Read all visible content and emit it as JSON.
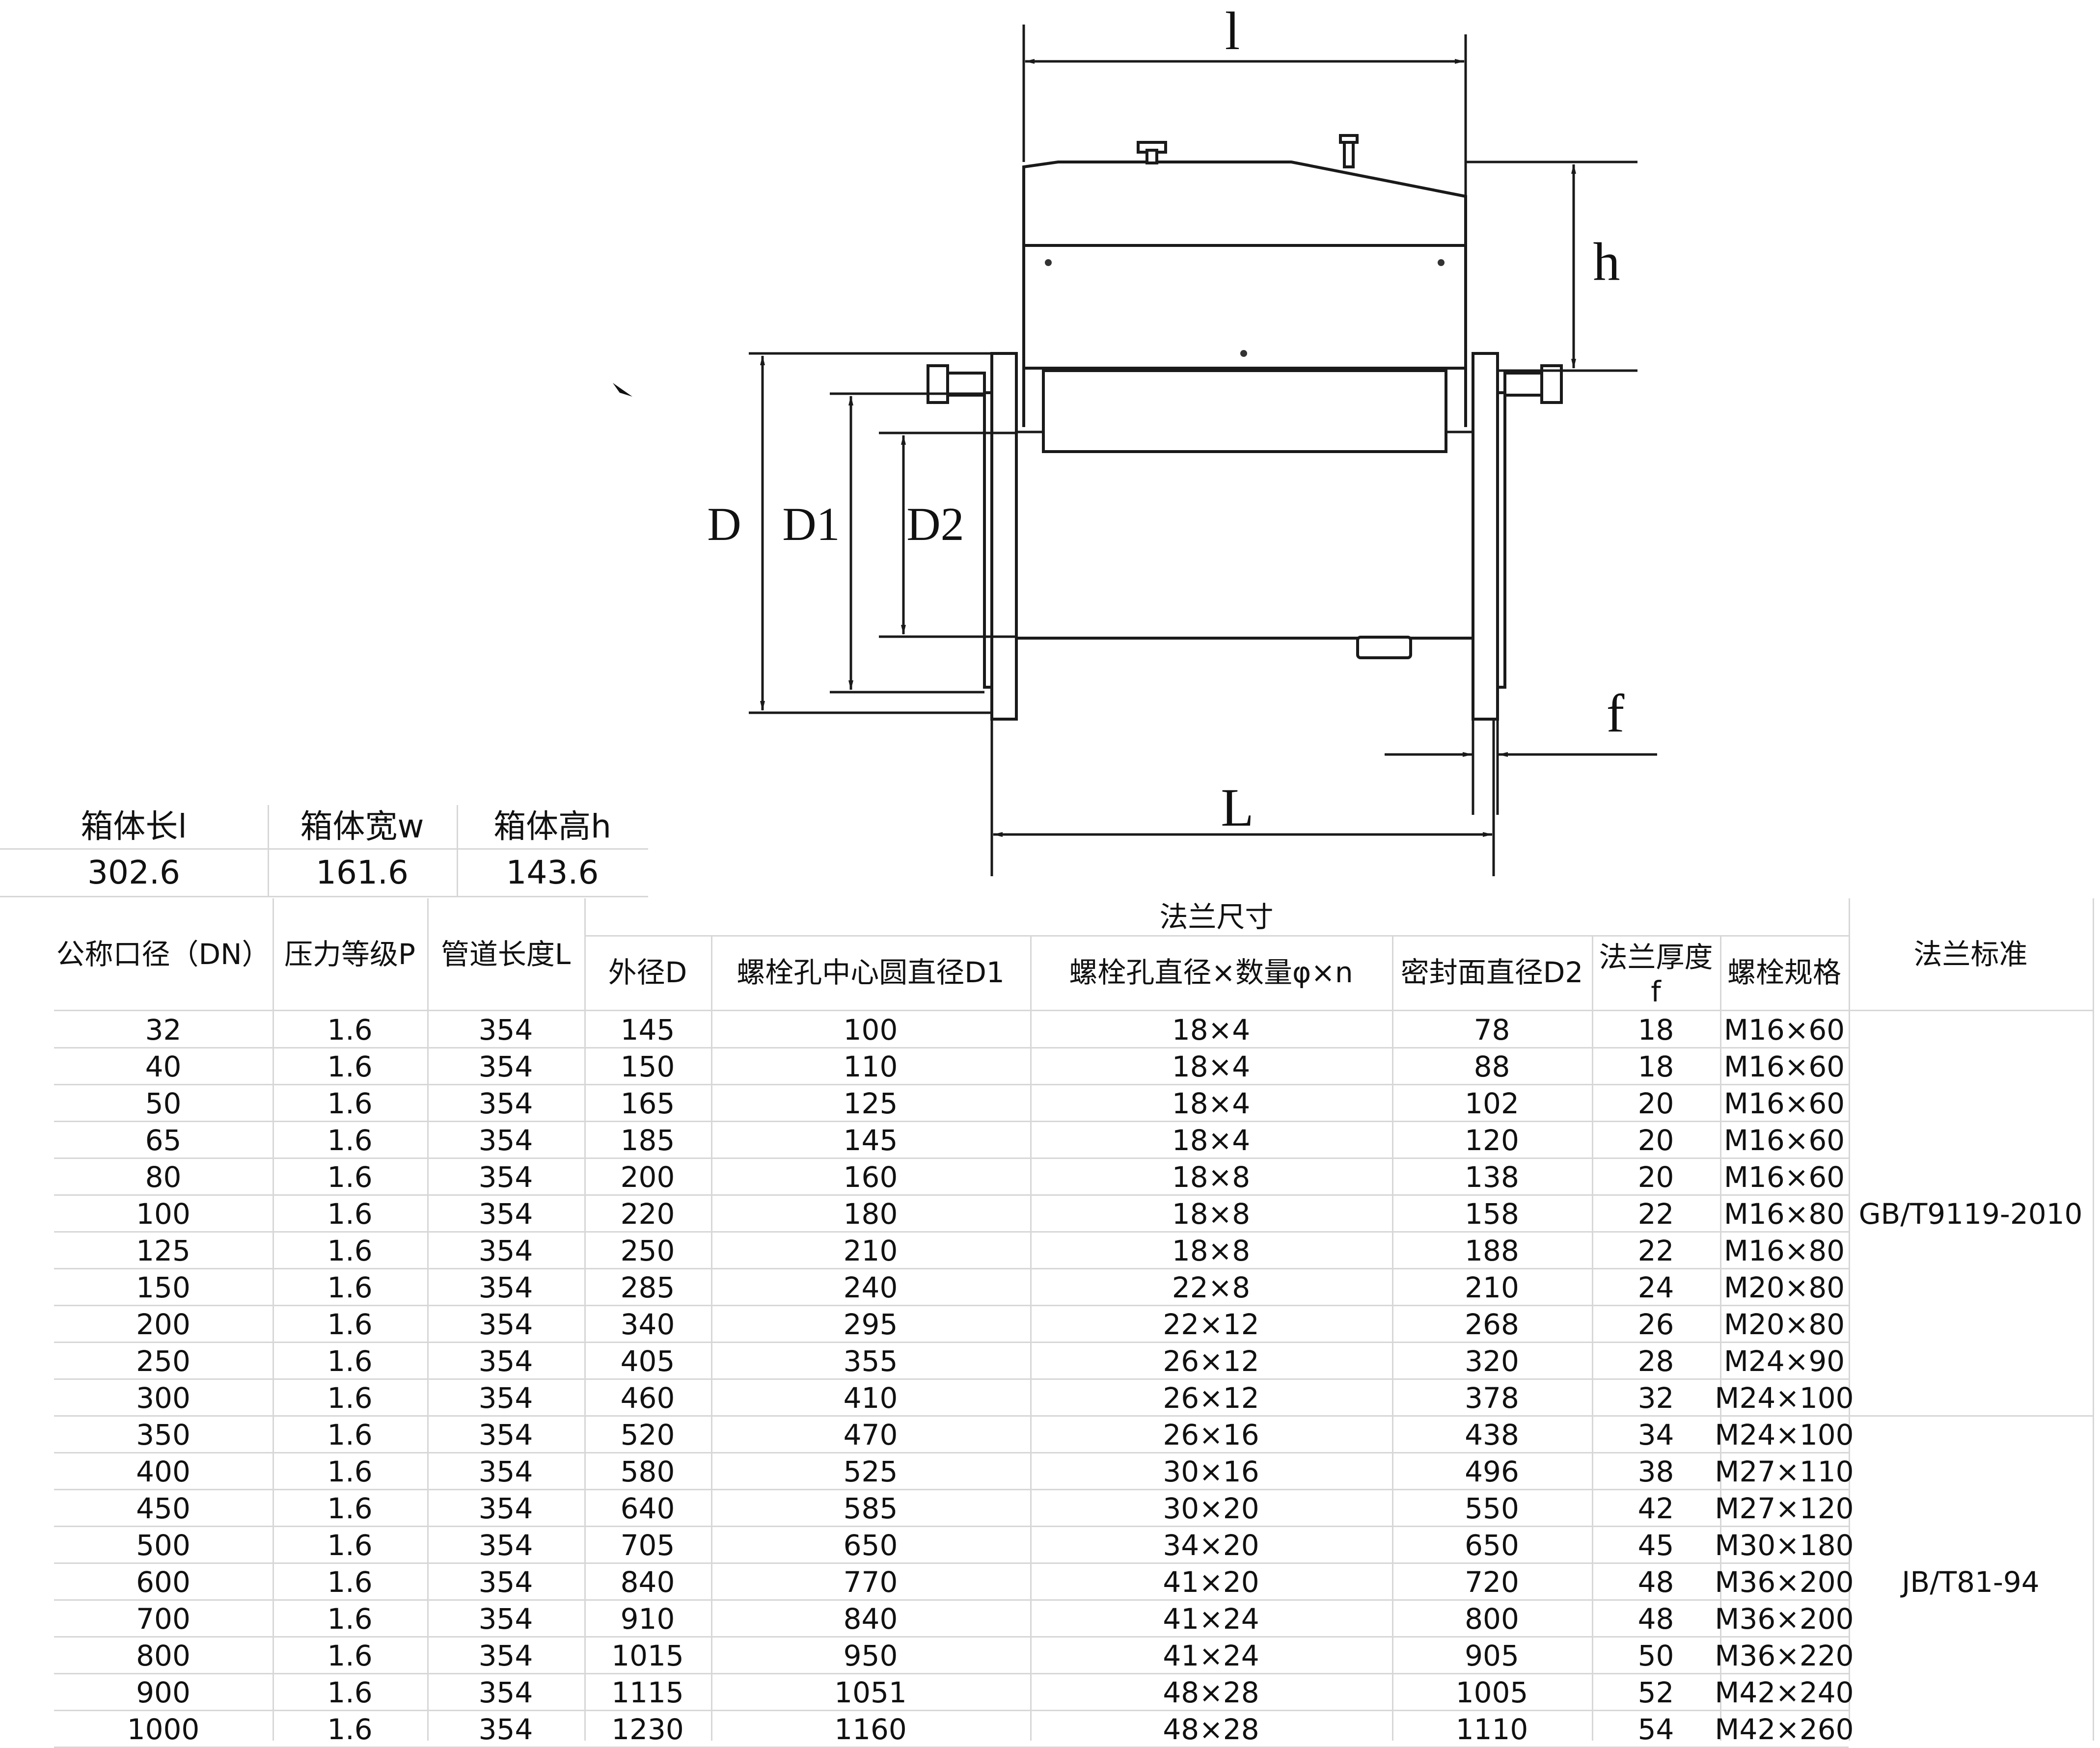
{
  "drawing": {
    "labels": {
      "l": "l",
      "h": "h",
      "D": "D",
      "D1": "D1",
      "D2": "D2",
      "f": "f",
      "L": "L"
    }
  },
  "box": {
    "headers": [
      "箱体长l",
      "箱体宽w",
      "箱体高h"
    ],
    "values": [
      "302.6",
      "161.6",
      "143.6"
    ]
  },
  "table": {
    "group_header": "法兰尺寸",
    "col_headers": [
      "公称口径（DN）",
      "压力等级P",
      "管道长度L",
      "外径D",
      "螺栓孔中心圆直径D1",
      "螺栓孔直径×数量φ×n",
      "密封面直径D2",
      "法兰厚度\nf",
      "螺栓规格",
      "法兰标准"
    ],
    "thickness_top": "法兰厚度",
    "thickness_bottom": "f",
    "rows": [
      [
        "32",
        "1.6",
        "354",
        "145",
        "100",
        "18×4",
        "78",
        "18",
        "M16×60"
      ],
      [
        "40",
        "1.6",
        "354",
        "150",
        "110",
        "18×4",
        "88",
        "18",
        "M16×60"
      ],
      [
        "50",
        "1.6",
        "354",
        "165",
        "125",
        "18×4",
        "102",
        "20",
        "M16×60"
      ],
      [
        "65",
        "1.6",
        "354",
        "185",
        "145",
        "18×4",
        "120",
        "20",
        "M16×60"
      ],
      [
        "80",
        "1.6",
        "354",
        "200",
        "160",
        "18×8",
        "138",
        "20",
        "M16×60"
      ],
      [
        "100",
        "1.6",
        "354",
        "220",
        "180",
        "18×8",
        "158",
        "22",
        "M16×80"
      ],
      [
        "125",
        "1.6",
        "354",
        "250",
        "210",
        "18×8",
        "188",
        "22",
        "M16×80"
      ],
      [
        "150",
        "1.6",
        "354",
        "285",
        "240",
        "22×8",
        "210",
        "24",
        "M20×80"
      ],
      [
        "200",
        "1.6",
        "354",
        "340",
        "295",
        "22×12",
        "268",
        "26",
        "M20×80"
      ],
      [
        "250",
        "1.6",
        "354",
        "405",
        "355",
        "26×12",
        "320",
        "28",
        "M24×90"
      ],
      [
        "300",
        "1.6",
        "354",
        "460",
        "410",
        "26×12",
        "378",
        "32",
        "M24×100"
      ],
      [
        "350",
        "1.6",
        "354",
        "520",
        "470",
        "26×16",
        "438",
        "34",
        "M24×100"
      ],
      [
        "400",
        "1.6",
        "354",
        "580",
        "525",
        "30×16",
        "496",
        "38",
        "M27×110"
      ],
      [
        "450",
        "1.6",
        "354",
        "640",
        "585",
        "30×20",
        "550",
        "42",
        "M27×120"
      ],
      [
        "500",
        "1.6",
        "354",
        "705",
        "650",
        "34×20",
        "650",
        "45",
        "M30×180"
      ],
      [
        "600",
        "1.6",
        "354",
        "840",
        "770",
        "41×20",
        "720",
        "48",
        "M36×200"
      ],
      [
        "700",
        "1.6",
        "354",
        "910",
        "840",
        "41×24",
        "800",
        "48",
        "M36×200"
      ],
      [
        "800",
        "1.6",
        "354",
        "1015",
        "950",
        "41×24",
        "905",
        "50",
        "M36×220"
      ],
      [
        "900",
        "1.6",
        "354",
        "1115",
        "1051",
        "48×28",
        "1005",
        "52",
        "M42×240"
      ],
      [
        "1000",
        "1.6",
        "354",
        "1230",
        "1160",
        "48×28",
        "1110",
        "54",
        "M42×260"
      ]
    ],
    "standards": [
      "GB/T9119-2010",
      "JB/T81-94"
    ]
  }
}
